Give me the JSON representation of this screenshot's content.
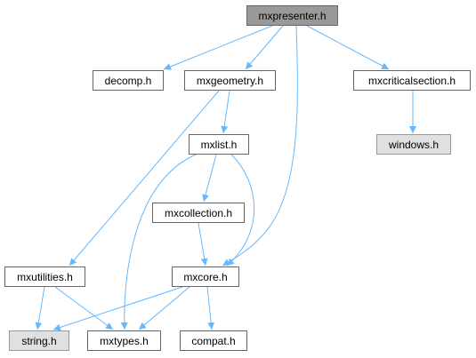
{
  "graph": {
    "edge_color": "#63b8ff",
    "nodes": [
      {
        "id": "mxpresenter",
        "label": "mxpresenter.h",
        "kind": "root"
      },
      {
        "id": "decomp",
        "label": "decomp.h",
        "kind": "file"
      },
      {
        "id": "mxgeometry",
        "label": "mxgeometry.h",
        "kind": "file"
      },
      {
        "id": "mxcriticalsection",
        "label": "mxcriticalsection.h",
        "kind": "file"
      },
      {
        "id": "windows",
        "label": "windows.h",
        "kind": "external"
      },
      {
        "id": "mxlist",
        "label": "mxlist.h",
        "kind": "file"
      },
      {
        "id": "mxcollection",
        "label": "mxcollection.h",
        "kind": "file"
      },
      {
        "id": "mxutilities",
        "label": "mxutilities.h",
        "kind": "file"
      },
      {
        "id": "mxcore",
        "label": "mxcore.h",
        "kind": "file"
      },
      {
        "id": "string",
        "label": "string.h",
        "kind": "external"
      },
      {
        "id": "mxtypes",
        "label": "mxtypes.h",
        "kind": "file"
      },
      {
        "id": "compat",
        "label": "compat.h",
        "kind": "file"
      }
    ],
    "edges": [
      {
        "from": "mxpresenter",
        "to": "decomp"
      },
      {
        "from": "mxpresenter",
        "to": "mxgeometry"
      },
      {
        "from": "mxpresenter",
        "to": "mxcriticalsection"
      },
      {
        "from": "mxpresenter",
        "to": "mxcore"
      },
      {
        "from": "mxgeometry",
        "to": "mxlist"
      },
      {
        "from": "mxgeometry",
        "to": "mxutilities"
      },
      {
        "from": "mxcriticalsection",
        "to": "windows"
      },
      {
        "from": "mxlist",
        "to": "mxcollection"
      },
      {
        "from": "mxlist",
        "to": "mxcore"
      },
      {
        "from": "mxlist",
        "to": "mxtypes"
      },
      {
        "from": "mxcollection",
        "to": "mxcore"
      },
      {
        "from": "mxutilities",
        "to": "string"
      },
      {
        "from": "mxutilities",
        "to": "mxtypes"
      },
      {
        "from": "mxcore",
        "to": "string"
      },
      {
        "from": "mxcore",
        "to": "mxtypes"
      },
      {
        "from": "mxcore",
        "to": "compat"
      }
    ]
  }
}
